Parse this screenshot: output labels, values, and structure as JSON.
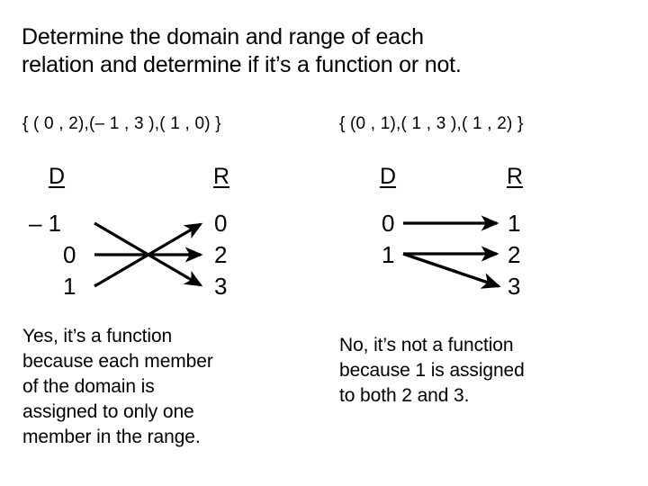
{
  "slide": {
    "background_color": "#ffffff",
    "text_color": "#000000",
    "title": "Determine the domain and range of each\nrelation and determine if it’s a function or not."
  },
  "relations": [
    {
      "id": "relation-left",
      "set_notation": "{ ( 0 , 2),(– 1 , 3 ),( 1 , 0) }",
      "domain_header": "D",
      "range_header": "R",
      "domain_values": [
        "– 1",
        "0",
        "1"
      ],
      "range_values": [
        "0",
        "2",
        "3"
      ],
      "mappings": [
        {
          "from": "– 1",
          "to": "3"
        },
        {
          "from": "0",
          "to": "2"
        },
        {
          "from": "1",
          "to": "0"
        }
      ],
      "conclusion": "Yes, it’s a function\nbecause each member\nof the domain is\nassigned to only one\nmember in the range."
    },
    {
      "id": "relation-right",
      "set_notation": "{ (0 , 1),( 1 , 3 ),( 1 , 2) }",
      "domain_header": "D",
      "range_header": "R",
      "domain_values": [
        "0",
        "1"
      ],
      "range_values": [
        "1",
        "2",
        "3"
      ],
      "mappings": [
        {
          "from": "0",
          "to": "1"
        },
        {
          "from": "1",
          "to": "2"
        },
        {
          "from": "1",
          "to": "3"
        }
      ],
      "conclusion": "No, it’s not a function\nbecause 1 is assigned\nto both 2 and 3."
    }
  ]
}
